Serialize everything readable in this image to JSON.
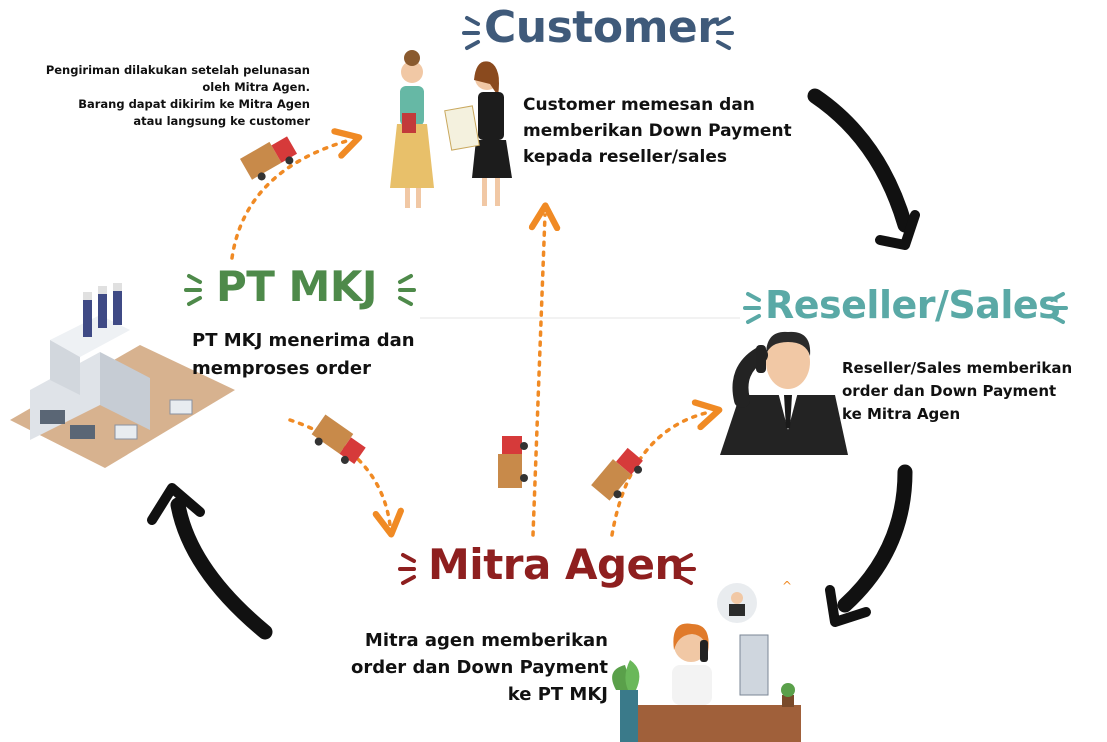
{
  "nodes": {
    "customer": {
      "title": "Customer",
      "lines": [
        "Customer memesan dan",
        "memberikan Down Payment",
        "kepada reseller/sales"
      ]
    },
    "reseller": {
      "title": "Reseller/Sales",
      "lines": [
        "Reseller/Sales memberikan",
        "order dan Down Payment",
        "ke Mitra Agen"
      ]
    },
    "ptmkj": {
      "title": "PT MKJ",
      "lines": [
        "PT MKJ menerima dan",
        "memproses order"
      ]
    },
    "mitra": {
      "title": "Mitra Agen",
      "lines": [
        "Mitra agen memberikan",
        "order dan Down Payment",
        "ke PT MKJ"
      ]
    }
  },
  "shipping_note": {
    "lines": [
      "Pengiriman dilakukan setelah pelunasan",
      "oleh Mitra Agen.",
      "Barang dapat dikirim ke  Mitra Agen",
      "atau langsung ke customer"
    ]
  },
  "colors": {
    "customer": "#3f5a7a",
    "reseller": "#5aa9a6",
    "ptmkj": "#4e8a4a",
    "mitra": "#8e1f1f",
    "flow_arrow": "#111111",
    "delivery_arrow": "#f08a24"
  },
  "icons": [
    "truck-icon",
    "factory-icon",
    "businessman-phone-icon",
    "customer-women-icon",
    "office-worker-icon"
  ]
}
